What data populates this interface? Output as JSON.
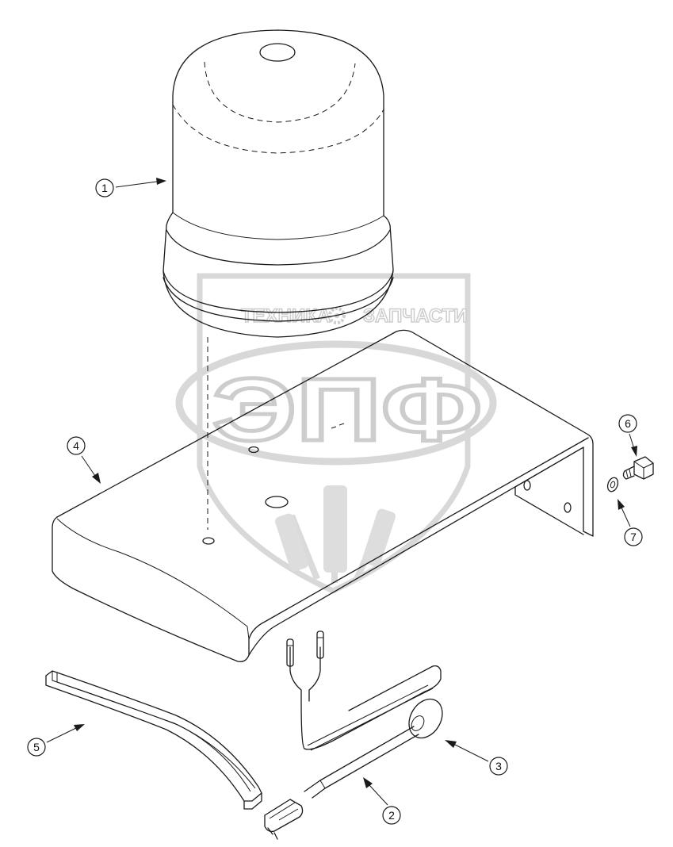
{
  "watermark": {
    "text_left": "ТЕХНИКА",
    "text_right": "ЗАПЧАСТИ",
    "logo": "ЭПФ"
  },
  "callouts": [
    {
      "id": "1"
    },
    {
      "id": "2"
    },
    {
      "id": "3"
    },
    {
      "id": "4"
    },
    {
      "id": "5"
    },
    {
      "id": "6"
    },
    {
      "id": "7"
    }
  ]
}
